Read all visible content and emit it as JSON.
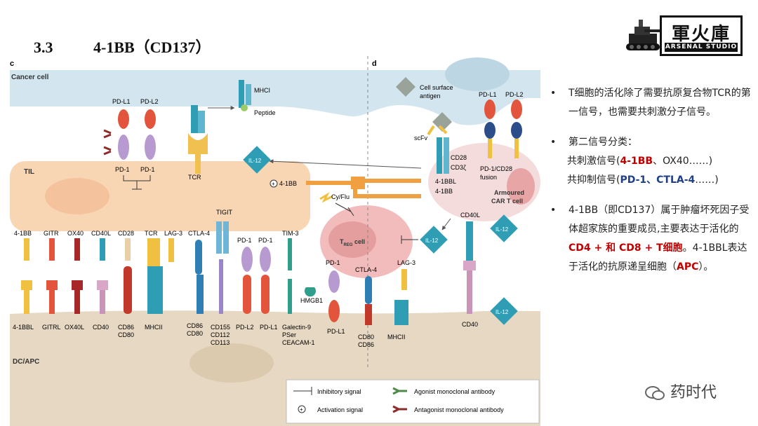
{
  "title": {
    "number": "3.3",
    "text": "4-1BB（CD137）"
  },
  "logo": {
    "chinese": "軍火庫",
    "english": "ARSENAL STUDIO"
  },
  "panels": {
    "left": "c",
    "right": "d"
  },
  "cells": {
    "cancer": "Cancer cell",
    "til": "TIL",
    "apc": "DC/APC",
    "treg_main": "T",
    "treg_sub": "REG",
    "treg_rest": " cell",
    "car_line1": "Armoured",
    "car_line2": "CAR T cell"
  },
  "labels": {
    "pdl1_top": "PD-L1",
    "pdl2_top": "PD-L2",
    "pd1_a": "PD-1",
    "pd1_b": "PD-1",
    "tcr": "TCR",
    "mhci": "MHCI",
    "peptide": "Peptide",
    "il12": "IL-12",
    "bb_til": "4-1BB",
    "tigit": "TIGIT",
    "cyflu": "Cy/Flu",
    "cell_surface": "Cell surface",
    "antigen": "antigen",
    "scfv": "scFv",
    "cd28_car": "CD28",
    "cd3z": "CD3ζ",
    "bbl_car": "4-1BBL",
    "bb_car": "4-1BB",
    "pdl1_car": "PD-L1",
    "pdl2_car": "PD-L2",
    "pd1cd28": "PD-1/CD28",
    "fusion": "fusion",
    "cd40l_car": "CD40L",
    "cd40_car": "CD40",
    "r_41bb": "4-1BB",
    "r_gitr": "GITR",
    "r_ox40": "OX40",
    "r_cd40l": "CD40L",
    "r_cd28": "CD28",
    "r_tcr": "TCR",
    "r_lag3": "LAG-3",
    "r_ctla4": "CTLA-4",
    "r_pd1a": "PD-1",
    "r_pd1b": "PD-1",
    "r_tim3": "TIM-3",
    "l_41bbl": "4-1BBL",
    "l_gitrl": "GITRL",
    "l_ox40l": "OX40L",
    "l_cd40": "CD40",
    "l_cd86": "CD86",
    "l_cd80": "CD80",
    "l_mhcii": "MHCII",
    "l_cd86b": "CD86",
    "l_cd80b": "CD80",
    "l_cd155": "CD155",
    "l_cd112": "CD112",
    "l_cd113": "CD113",
    "l_pdl2": "PD-L2",
    "l_pdl1": "PD-L1",
    "l_gal9": "Galectin-9",
    "l_pser": "PSer",
    "l_ceacam": "CEACAM-1",
    "hmgb1": "HMGB1",
    "t_pd1": "PD-1",
    "t_ctla4": "CTLA-4",
    "t_lag3": "LAG-3",
    "t_pdl1": "PD-L1",
    "t_cd80": "CD80",
    "t_cd86": "CD86",
    "t_mhcii": "MHCII"
  },
  "legend": {
    "inhibitory": "Inhibitory signal",
    "activation": "Activation signal",
    "agonist": "Agonist monoclonal antibody",
    "antagonist": "Antagonist monoclonal antibody"
  },
  "notes": {
    "n1": "T细胞的活化除了需要抗原复合物TCR的第一信号，也需要共刺激分子信号。",
    "n2_head": "第二信号分类：",
    "n2_co_pre": "共刺激信号(",
    "n2_co_red": "4-1BB",
    "n2_co_post": "、OX40……)",
    "n2_inh_pre": "共抑制信号(",
    "n2_inh_blue": "PD-1、CTLA-4",
    "n2_inh_post": "……)",
    "n3_a": "4-1BB（即CD137）属于肿瘤坏死因子受体超家族的重要成员,主要表达于活化的",
    "n3_red1": "CD4 + 和  CD8 + T细胞",
    "n3_b": "。4-1BBL表达于活化的抗原递呈细胞（",
    "n3_red2": "APC",
    "n3_c": "）。"
  },
  "watermark": "药时代",
  "colors": {
    "cancer": "#d3e6ef",
    "til": "#f8d6b4",
    "apc": "#e6d8c3",
    "treg": "#f2bcbc",
    "car": "#f4dcdc",
    "teal": "#2f9eb5",
    "agonist": "#4f8a4a",
    "antagonist": "#8e2a2a",
    "red": "#c00000"
  }
}
